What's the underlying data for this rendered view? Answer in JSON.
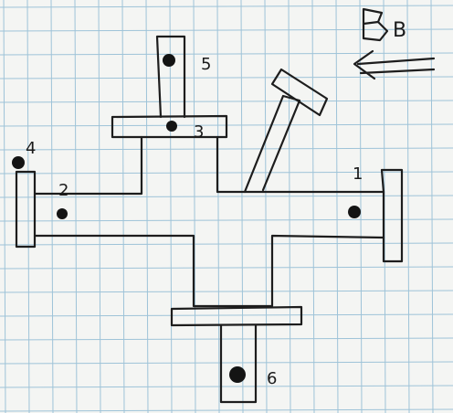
{
  "labels": {
    "hole_1": "1",
    "hole_2": "2",
    "hole_3": "3",
    "hole_4": "4",
    "hole_5": "5",
    "hole_6": "6",
    "direction": "B"
  },
  "colors": {
    "paper": "#f4f5f3",
    "grid": "#9ec3d8",
    "ink": "#1d1d1d"
  }
}
